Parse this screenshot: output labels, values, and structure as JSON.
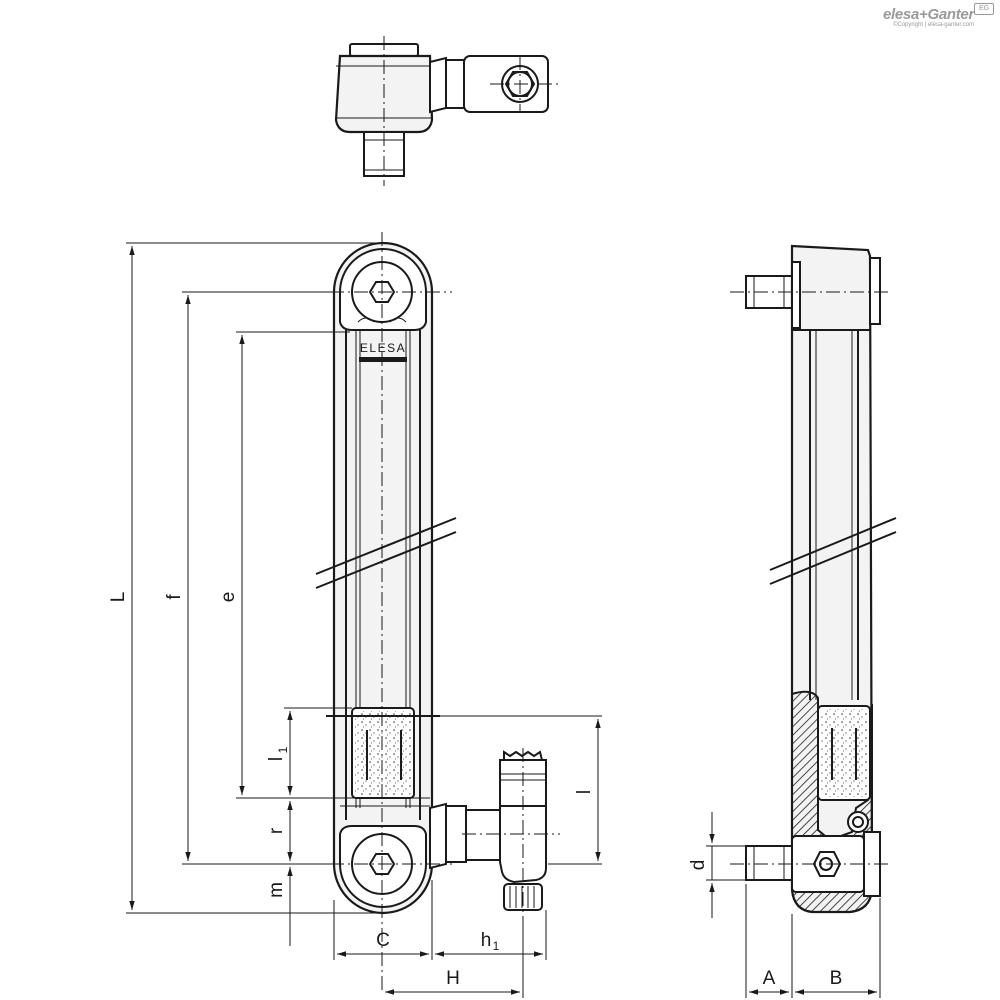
{
  "brand": {
    "logo_text": "elesa+Ganter",
    "copyright": "©Copyright | elesa-ganter.com",
    "badge": "EG"
  },
  "part_marking": "ELESA",
  "dimensions": {
    "L": "L",
    "f": "f",
    "e": "e",
    "l1": "l",
    "l1_sub": "1",
    "l": "l",
    "r": "r",
    "m": "m",
    "C": "C",
    "h1": "h",
    "h1_sub": "1",
    "H": "H",
    "d": "d",
    "A": "A",
    "B": "B"
  },
  "colors": {
    "line": "#1a1a1a",
    "brand_grey": "#9a9a9a",
    "body_fill": "#f3f3f3"
  }
}
